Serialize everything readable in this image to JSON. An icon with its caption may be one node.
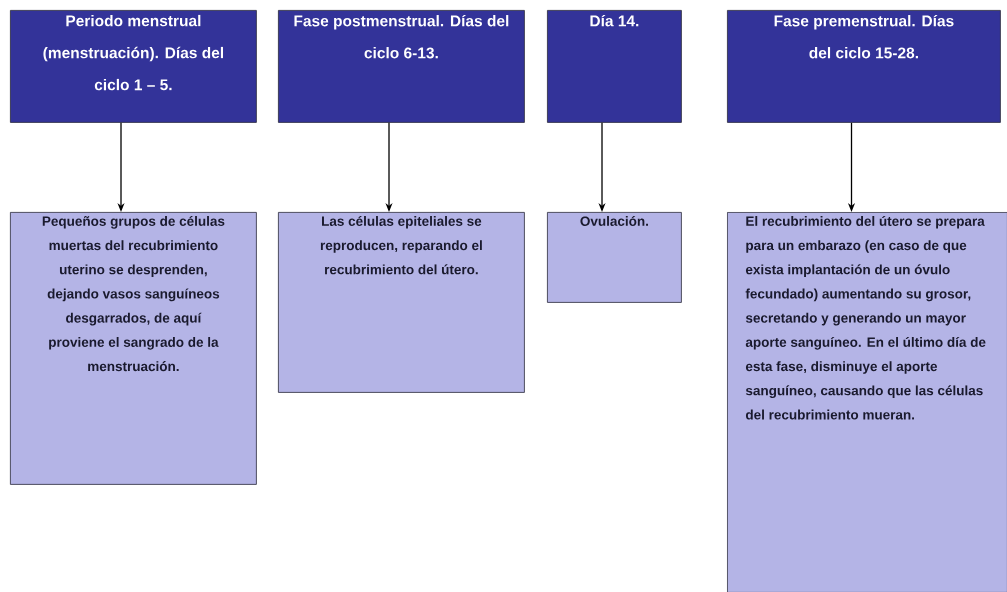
{
  "diagram": {
    "nodes": [
      {
        "text": [
          "Periodo menstrual (menstruación). Días del ciclo 1 – 5."
        ]
      },
      {
        "text": [
          "Fase postmenstrual. Días del ciclo 6-13."
        ]
      },
      {
        "text": [
          "Día 14."
        ]
      },
      {
        "text": [
          "Fase premenstrual. Días del ciclo 15-28."
        ]
      },
      {
        "text": [
          "Pequeños grupos de células muertas del recubrimiento uterino se desprenden, dejando vasos sanguíneos desgarrados, de aquí proviene el sangrado de la menstruación."
        ]
      },
      {
        "text": [
          "Las células epiteliales se reproducen, reparando el recubrimiento del útero."
        ]
      },
      {
        "text": [
          "Ovulación."
        ]
      },
      {
        "text": [
          "El recubrimiento del útero se prepara para un embarazo (en caso de que exista implantación de un óvulo fecundado) aumentando su grosor, secretando y generando un mayor aporte sanguíneo. En el último día de esta fase, disminuye el aporte sanguíneo, causando que las células del recubrimiento mueran."
        ]
      }
    ],
    "edges": [
      {
        "from": 0,
        "to": 4,
        "arrow": "to"
      },
      {
        "from": 1,
        "to": 5,
        "arrow": "to"
      },
      {
        "from": 2,
        "to": 6,
        "arrow": "to"
      },
      {
        "from": 3,
        "to": 7,
        "arrow": "to"
      }
    ]
  }
}
